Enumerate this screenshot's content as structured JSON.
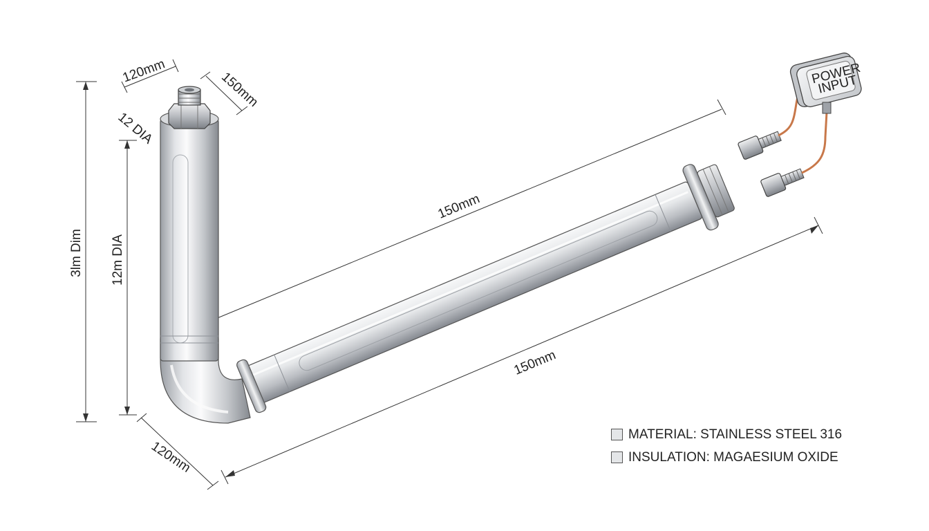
{
  "dimensions": {
    "top_left_120": "120mm",
    "top_150": "150mm",
    "dia_12_top": "12 DIA",
    "height_left": "3lm Dim",
    "height_inner": "12m DIA",
    "long_upper": "150mm",
    "long_lower": "150mm",
    "bottom_120": "120mm"
  },
  "terminal": {
    "label_line1": "POWER",
    "label_line2": "INPUT"
  },
  "legend": [
    {
      "label": "MATERIAL: STAINLESS STEEL 316"
    },
    {
      "label": "INSULATION:  MAGAESIUM OXIDE"
    }
  ],
  "colors": {
    "steel_light": "#f4f5f6",
    "steel_mid": "#c9ccd0",
    "steel_dark": "#8e9298",
    "wire": "#c8784a",
    "outline": "#444444"
  }
}
